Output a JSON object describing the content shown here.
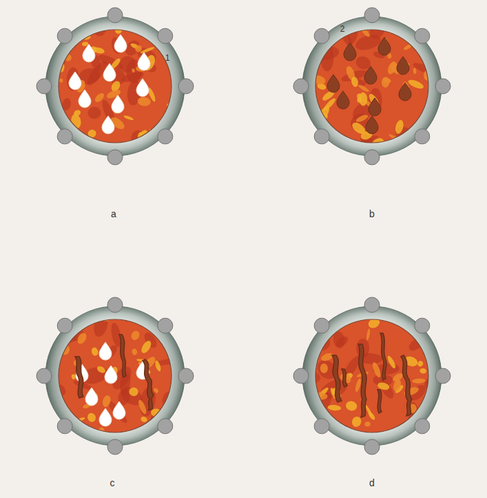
{
  "diagram": {
    "labels": [
      "1",
      "2",
      "a",
      "b",
      "c",
      "d"
    ]
  }
}
